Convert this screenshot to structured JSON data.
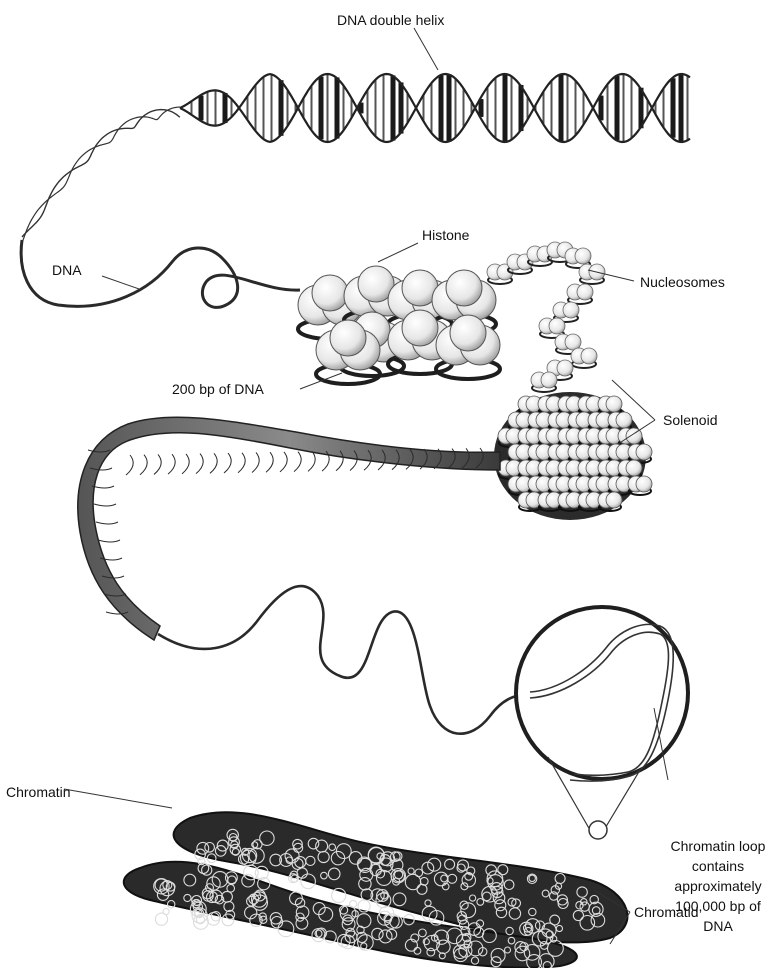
{
  "labels": {
    "dna_double_helix": "DNA double helix",
    "histone": "Histone",
    "dna": "DNA",
    "nucleosomes": "Nucleosomes",
    "bp200": "200 bp of DNA",
    "solenoid": "Solenoid",
    "chromatin": "Chromatin",
    "chromatin_loop": "Chromatin loop contains approximately 100,000 bp of DNA",
    "chromatid": "Chromatid"
  }
}
